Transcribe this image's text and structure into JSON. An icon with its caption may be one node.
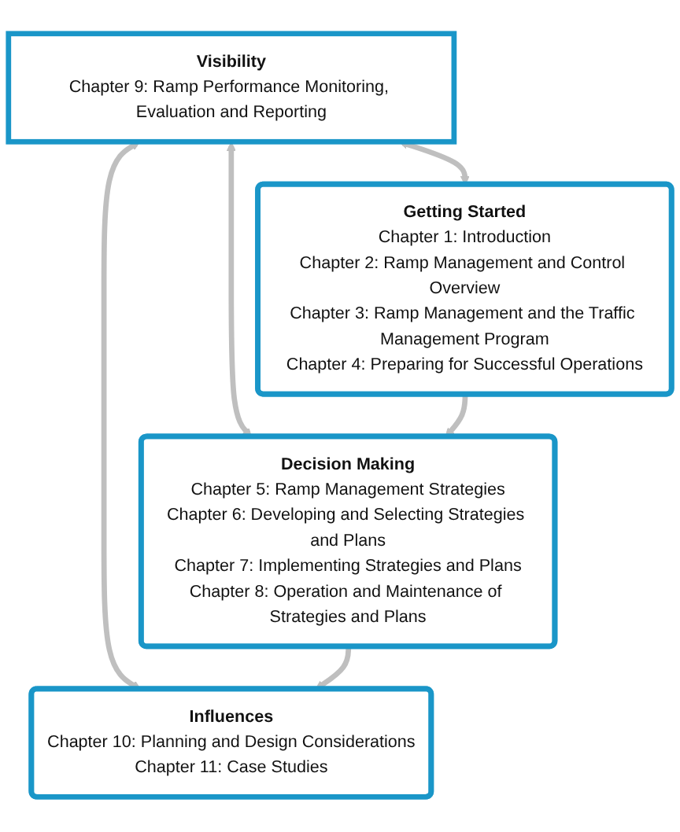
{
  "diagram": {
    "nodes": [
      {
        "text": [
          "Visibility",
          "Chapter 9: Ramp Performance Monitoring, Evaluation and Reporting"
        ]
      },
      {
        "text": [
          "Getting Started",
          "Chapter 1: Introduction",
          "Chapter 2: Ramp Management and Control Overview",
          "Chapter 3: Ramp Management and the Traffic Management Program",
          "Chapter 4: Preparing for Successful Operations"
        ]
      },
      {
        "text": [
          "Decision Making",
          "Chapter 5: Ramp Management Strategies",
          "Chapter 6: Developing and Selecting Strategies and Plans",
          "Chapter 7: Implementing Strategies and Plans",
          "Chapter 8: Operation and Maintenance of Strategies and Plans"
        ]
      },
      {
        "text": [
          "Influences",
          "Chapter 10: Planning and Design Considerations",
          "Chapter 11: Case Studies"
        ]
      }
    ],
    "edges": [
      {
        "from": 0,
        "to": 1,
        "arrow": "both"
      },
      {
        "from": 0,
        "to": 2,
        "arrow": "both"
      },
      {
        "from": 0,
        "to": 3,
        "arrow": "both"
      },
      {
        "from": 1,
        "to": 2,
        "arrow": "to"
      },
      {
        "from": 2,
        "to": 3,
        "arrow": "to"
      }
    ]
  }
}
